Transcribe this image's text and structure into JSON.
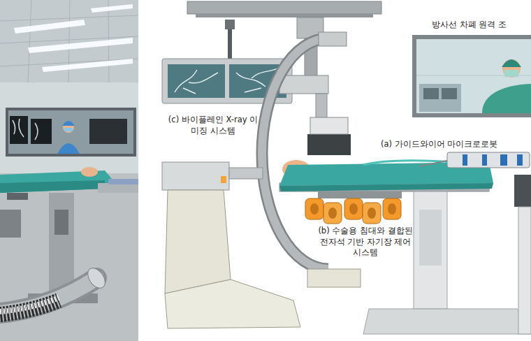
{
  "diagram": {
    "labels": [
      "(c) 바이플레인 X-ray 이미징 시스템",
      "(a) 가이드와이어 마이크로로봇",
      "(b) 수술용 침대와 결합된 전자석 기반 자기장 제어 시스템",
      "방사선 차폐 원격 조"
    ]
  }
}
